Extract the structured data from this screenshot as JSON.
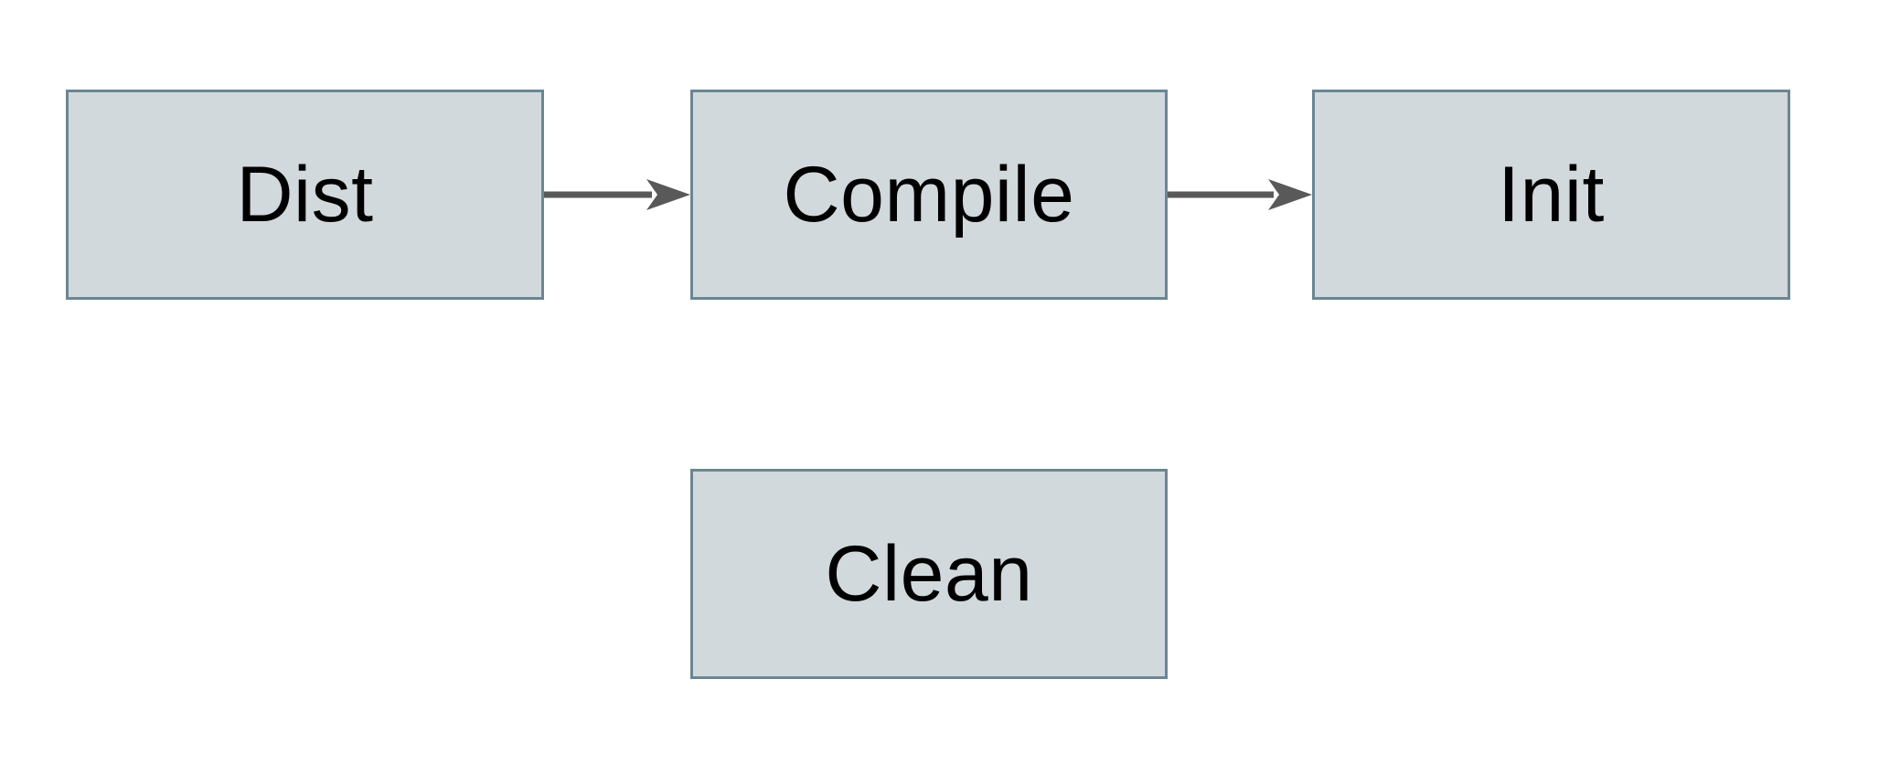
{
  "diagram": {
    "nodes": [
      {
        "id": "dist",
        "label": "Dist"
      },
      {
        "id": "compile",
        "label": "Compile"
      },
      {
        "id": "init",
        "label": "Init"
      },
      {
        "id": "clean",
        "label": "Clean"
      }
    ],
    "edges": [
      {
        "from": "dist",
        "to": "compile",
        "direction": "right"
      },
      {
        "from": "compile",
        "to": "init",
        "direction": "right"
      }
    ]
  },
  "colors": {
    "background": "#ffffff",
    "node_fill": "#d2d9dc",
    "node_border": "#6b8693",
    "arrow": "#595959",
    "text": "#000000"
  }
}
